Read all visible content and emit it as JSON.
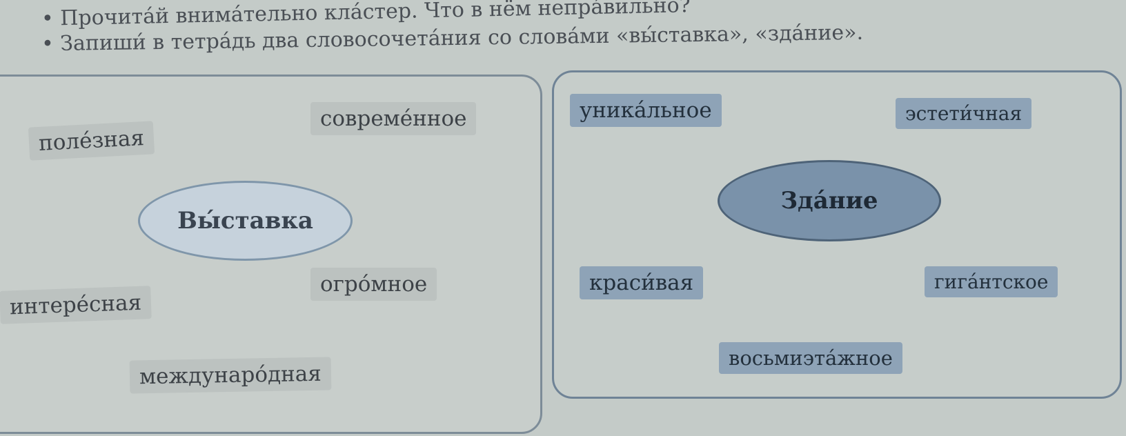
{
  "instructions": [
    "• Прочита́й внима́тельно кла́стер. Что в нём непра́вильно?",
    "• Запиши́ в тетра́дь два словосочета́ния со слова́ми «вы́ставка», «зда́ние»."
  ],
  "left_cluster": {
    "center": "Вы́ставка",
    "words": [
      "поле́зная",
      "совреме́нное",
      "интере́сная",
      "огро́мное",
      "междунаро́дная"
    ]
  },
  "right_cluster": {
    "center": "Зда́ние",
    "words": [
      "уника́льное",
      "эстети́чная",
      "краси́вая",
      "гига́нтское",
      "восьмиэта́жное"
    ]
  },
  "colors": {
    "background": "#c4cbc8",
    "right_label": "#8ea3b7",
    "right_center": "#7a92aa",
    "left_center": "#c6d2dc"
  }
}
